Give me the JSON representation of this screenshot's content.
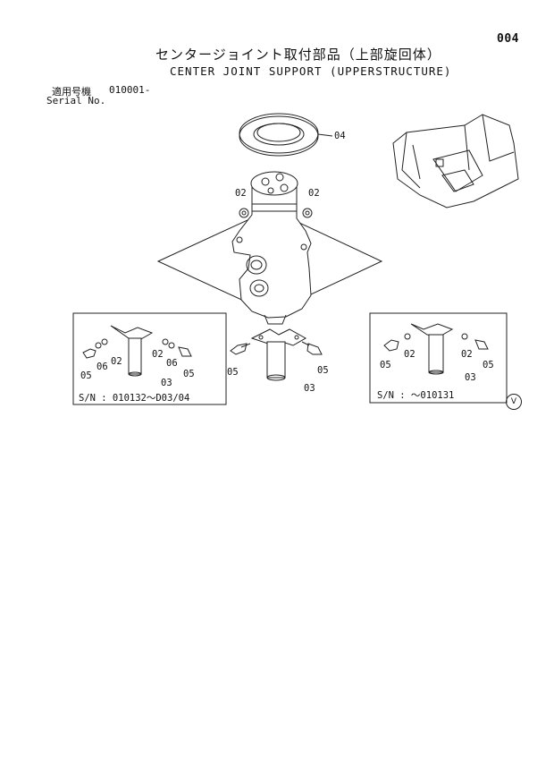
{
  "page_number": "004",
  "title_ja": "センタージョイント取付部品（上部旋回体）",
  "title_en": "CENTER JOINT SUPPORT (UPPERSTRUCTURE)",
  "serial": {
    "label_ja": "適用号機",
    "value": "010001-",
    "label_en": "Serial No."
  },
  "callouts": {
    "main": {
      "c04": "04",
      "c02_left": "02",
      "c02_right": "02",
      "c05_left": "05",
      "c05_right": "05",
      "c03": "03"
    },
    "inset_left": {
      "c05a": "05",
      "c06a": "06",
      "c02a": "02",
      "c02b": "02",
      "c06b": "06",
      "c05b": "05",
      "c03": "03",
      "serial": "S/N : 010132～D03/04"
    },
    "inset_right": {
      "c05a": "05",
      "c02a": "02",
      "c02b": "02",
      "c05b": "05",
      "c03": "03",
      "serial": "S/N :  ～010131"
    }
  },
  "corner_mark": "V"
}
